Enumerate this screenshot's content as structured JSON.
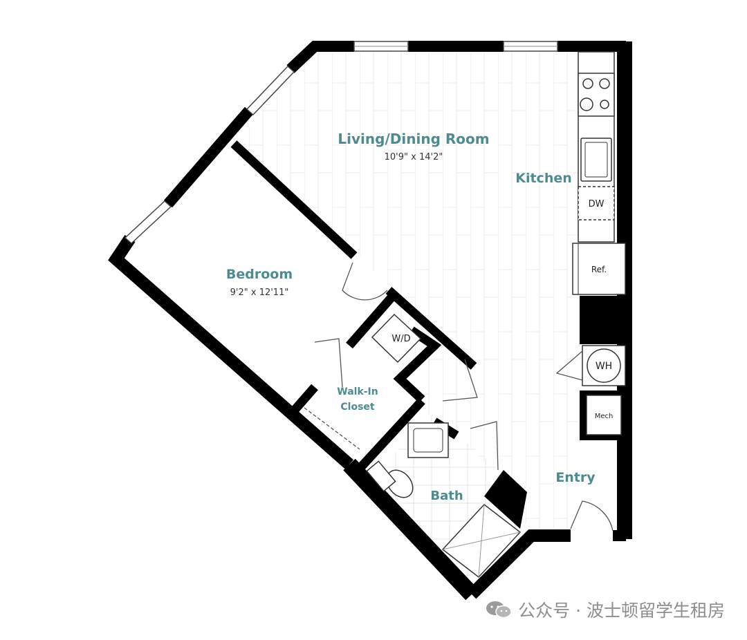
{
  "rooms": {
    "living": {
      "name": "Living/Dining Room",
      "size": "10'9\" x 14'2\""
    },
    "kitchen": {
      "name": "Kitchen"
    },
    "bedroom": {
      "name": "Bedroom",
      "size": "9'2\" x 12'11\""
    },
    "closet": {
      "name_line1": "Walk-In",
      "name_line2": "Closet"
    },
    "bath": {
      "name": "Bath"
    },
    "entry": {
      "name": "Entry"
    }
  },
  "fixtures": {
    "dishwasher": "DW",
    "refrigerator": "Ref.",
    "water_heater": "WH",
    "mechanical": "Mech",
    "washer_dryer": "W/D"
  },
  "watermark": {
    "text": "公众号 · 波士顿留学生租房",
    "icon": "wechat-icon"
  },
  "colors": {
    "wall": "#000000",
    "room_label": "#4e8b91",
    "floor_line": "#e6e6e6"
  }
}
